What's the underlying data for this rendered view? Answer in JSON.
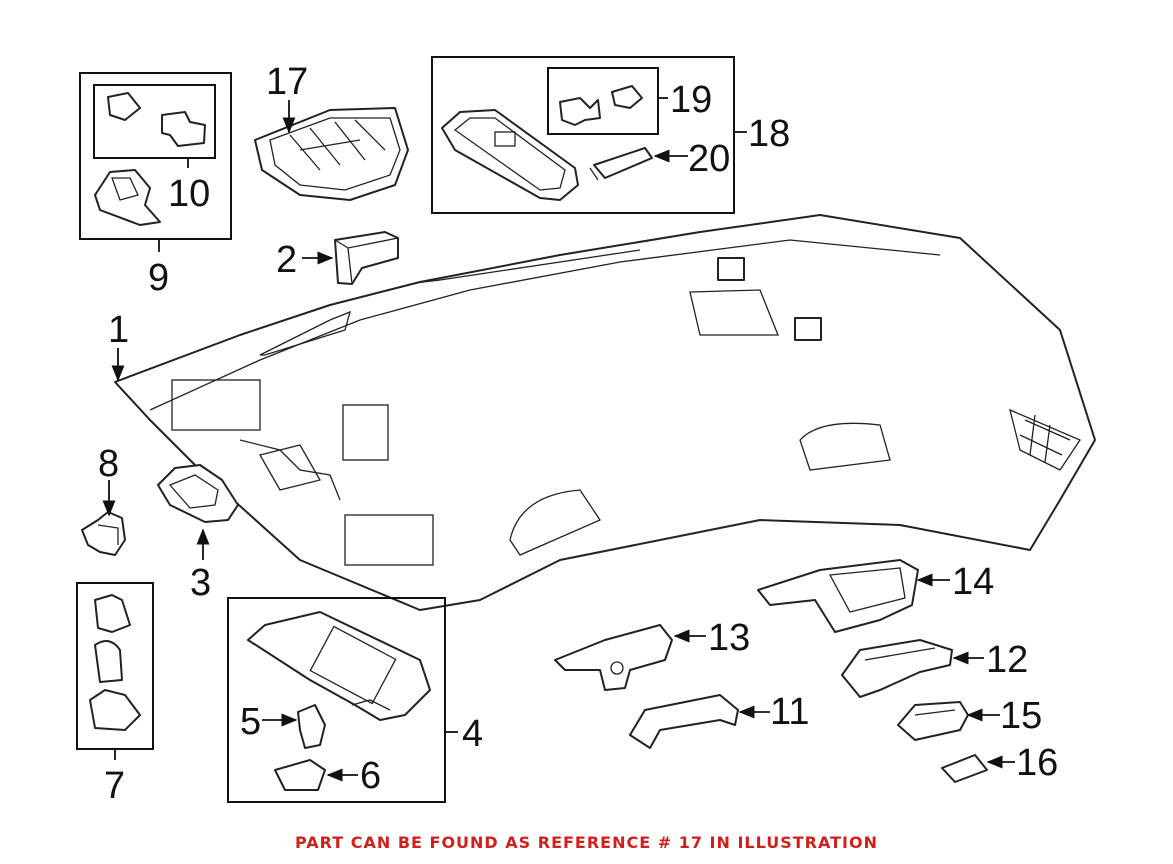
{
  "callouts": [
    "1",
    "2",
    "3",
    "4",
    "5",
    "6",
    "7",
    "8",
    "9",
    "10",
    "11",
    "12",
    "13",
    "14",
    "15",
    "16",
    "17",
    "18",
    "19",
    "20"
  ],
  "footer": {
    "text": "PART CAN BE FOUND AS REFERENCE # 17 IN ILLUSTRATION",
    "color": "#d0201c"
  }
}
